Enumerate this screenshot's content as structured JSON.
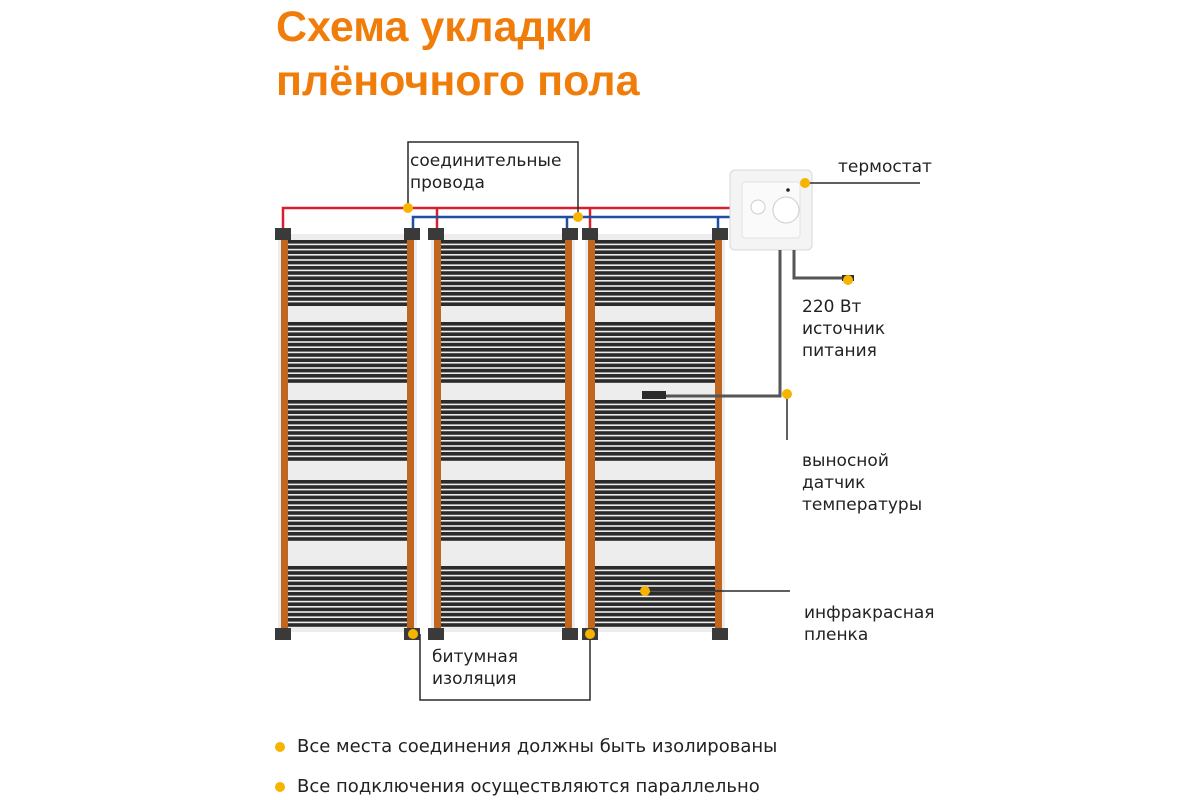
{
  "title": {
    "line1": "Схема укладки",
    "line2": "плёночного пола"
  },
  "labels": {
    "wires": {
      "line1": "соединительные",
      "line2": "провода"
    },
    "thermostat": "термостат",
    "power": {
      "line1": "220 Вт",
      "line2": "источник",
      "line3": "питания"
    },
    "sensor": {
      "line1": "выносной",
      "line2": "датчик",
      "line3": "температуры"
    },
    "film": {
      "line1": "инфракрасная",
      "line2": "пленка"
    },
    "insulation": {
      "line1": "битумная",
      "line2": "изоляция"
    }
  },
  "notes": [
    "Все места соединения должны быть изолированы",
    "Все подключения осуществляются параллельно"
  ],
  "colors": {
    "accent": "#F07D0A",
    "dot": "#F6B400",
    "copper": "#C0661E",
    "red": "#D42030",
    "blue": "#1F4FA0",
    "stripe": "#2B2B2B"
  }
}
